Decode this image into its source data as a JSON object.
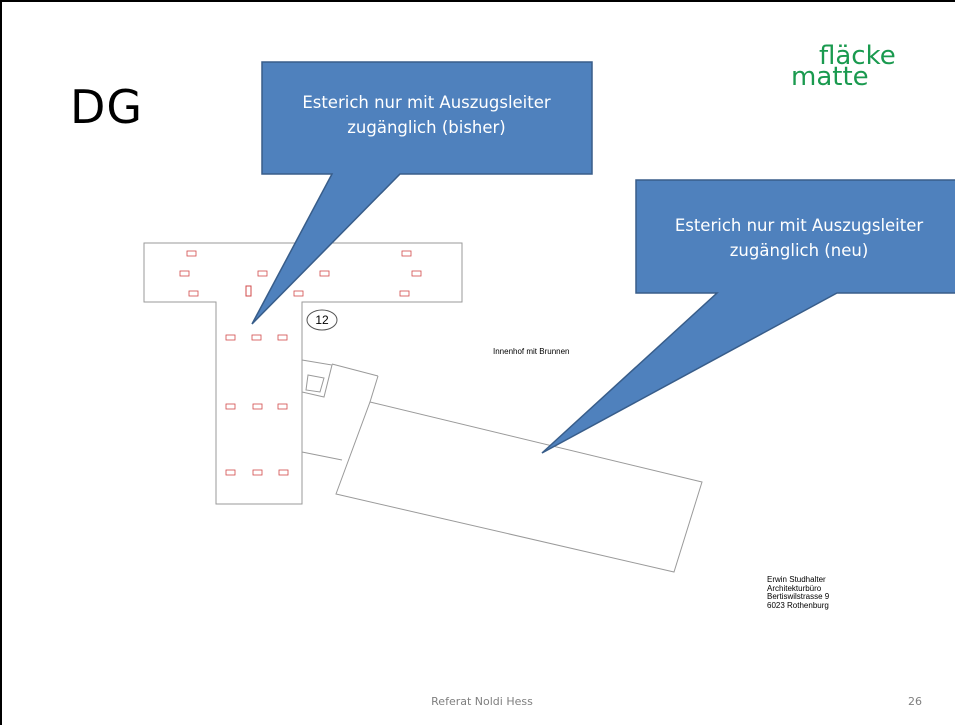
{
  "slide": {
    "title": "DG",
    "logo": {
      "line1": "fläcke",
      "line2": "matte"
    },
    "footer": "Referat Noldi Hess",
    "page_number": "26"
  },
  "callouts": [
    {
      "line1": "Esterich nur mit Auszugsleiter",
      "line2": "zugänglich (bisher)"
    },
    {
      "line1": "Esterich nur mit Auszugsleiter",
      "line2": "zugänglich (neu)"
    }
  ],
  "plan": {
    "room_number": "12",
    "courtyard_label": "Innenhof mit Brunnen",
    "architect": {
      "name": "Erwin Studhalter",
      "office": "Architekturbüro",
      "street": "Bertiswilstrasse 9",
      "city": "6023 Rothenburg"
    }
  },
  "colors": {
    "callout_fill": "#4f81bd",
    "callout_stroke": "#385d8a",
    "logo_green": "#1a9a4f",
    "plan_line": "#9a9a9a",
    "fixture_red": "#d24a4a"
  }
}
